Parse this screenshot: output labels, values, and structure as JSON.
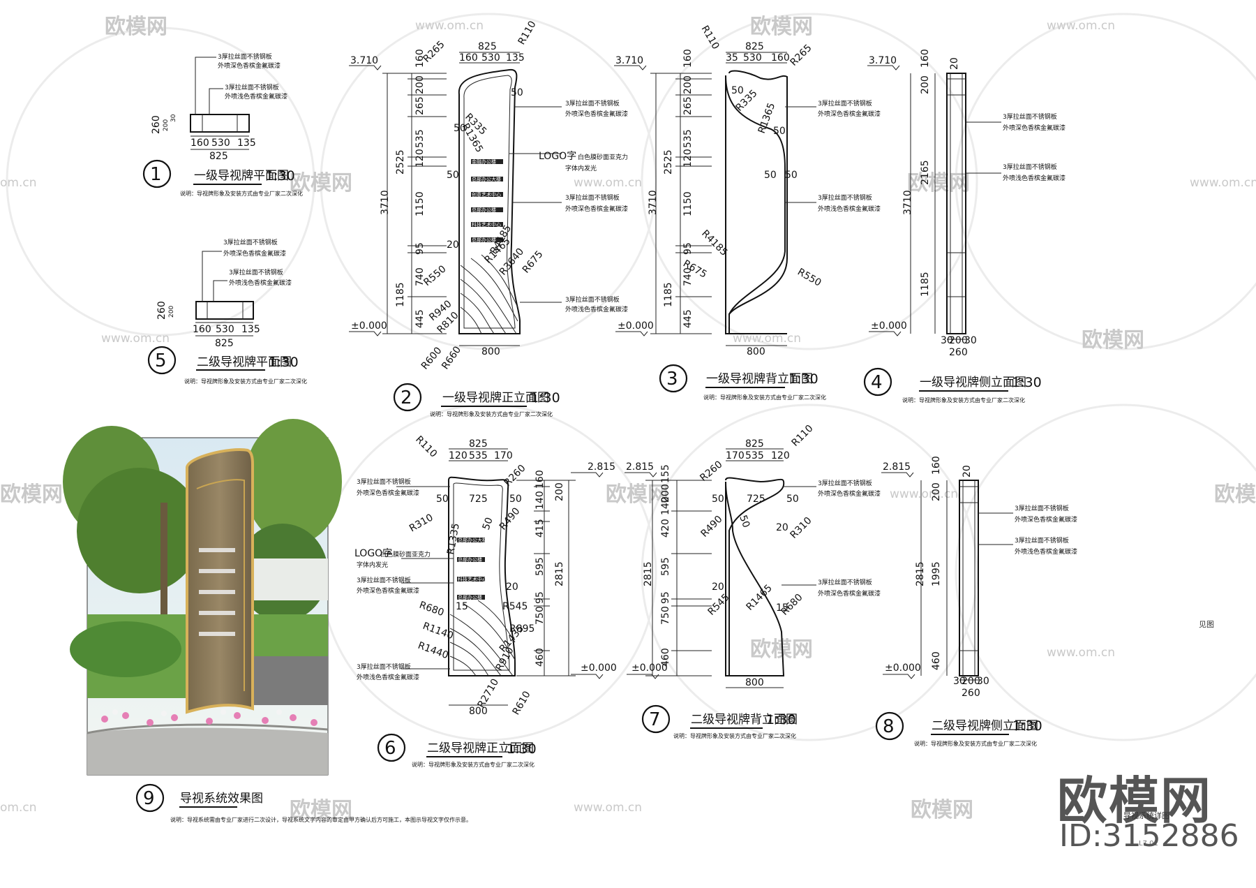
{
  "watermark": {
    "brand": "欧模网",
    "url": "www.om.cn",
    "url_short": "om.cn"
  },
  "brand": {
    "name": "欧模网",
    "id": "ID:3152886"
  },
  "sheet": {
    "title": "导视系统详图",
    "code": "L7.01",
    "see": "见图"
  },
  "material": {
    "plate": "3厚拉丝面不锈钢板",
    "paint": "外喷深色香槟金氟碳漆",
    "paint2": "外喷浅色香槟金氟碳漆",
    "logo": "LOGO字",
    "logo_note": "白色膜砂面亚克力",
    "logo_note2": "字体内发光"
  },
  "signs": {
    "s1": "金融办公楼",
    "s2": "总部办公大楼",
    "s3": "创意艺术中心",
    "s4": "总部办公楼",
    "s5": "科技艺术中心",
    "s6": "总部办公楼"
  },
  "views": [
    {
      "num": "1",
      "title": "一级导视牌平面图",
      "scale": "1:30"
    },
    {
      "num": "2",
      "title": "一级导视牌正立面图",
      "scale": "1:30"
    },
    {
      "num": "3",
      "title": "一级导视牌背立面图",
      "scale": "1:30"
    },
    {
      "num": "4",
      "title": "一级导视牌侧立面图",
      "scale": "1:30"
    },
    {
      "num": "5",
      "title": "二级导视牌平面图",
      "scale": "1:30"
    },
    {
      "num": "6",
      "title": "二级导视牌正立面图",
      "scale": "1:30"
    },
    {
      "num": "7",
      "title": "二级导视牌背立面图",
      "scale": "1:30"
    },
    {
      "num": "8",
      "title": "二级导视牌侧立面图",
      "scale": "1:30"
    },
    {
      "num": "9",
      "title": "导视系统效果图",
      "scale": ""
    }
  ],
  "note": "说明：导视牌形象及安装方式由专业厂家二次深化",
  "note9": "说明：导视系统需由专业厂家进行二次设计，导视系统文字内容的审定由甲方确认后方可施工，本图示导视文字仅作示意。",
  "dims": {
    "w825": "825",
    "w530": "530",
    "w160": "160",
    "w135": "135",
    "w800": "800",
    "w260": "260",
    "w725": "725",
    "w535": "535",
    "w170": "170",
    "w120": "120",
    "w35": "35",
    "w30": "30",
    "w200": "200",
    "w20": "20",
    "h3710": "3710",
    "h2525": "2525",
    "h1150": "1150",
    "h1185": "1185",
    "h740": "740",
    "h445": "445",
    "h265": "265",
    "h535": "535",
    "h95": "95",
    "h2165": "2165",
    "h2815": "2815",
    "h1995": "1995",
    "h460": "460",
    "h750": "750",
    "h595": "595",
    "h415": "415",
    "h420": "420",
    "h140": "140",
    "h155": "155",
    "el3710": "3.710",
    "el2815": "2.815",
    "el0": "±0.000",
    "d50": "50",
    "d15": "15",
    "r110": "R110",
    "r265": "R265",
    "r335": "R335",
    "r1365": "R1365",
    "r4185": "R4185",
    "r1465": "R1465",
    "r3640": "R3640",
    "r675": "R675",
    "r550": "R550",
    "r940": "R940",
    "r810": "R810",
    "r600": "R600",
    "r660": "R660",
    "r260": "R260",
    "r310": "R310",
    "r490": "R490",
    "r1335": "R1335",
    "r680": "R680",
    "r1140": "R1140",
    "r1440": "R1440",
    "r545": "R545",
    "r895": "R895",
    "r1435": "R1435",
    "r910": "R910",
    "r2710": "R2710",
    "r610": "R610"
  }
}
